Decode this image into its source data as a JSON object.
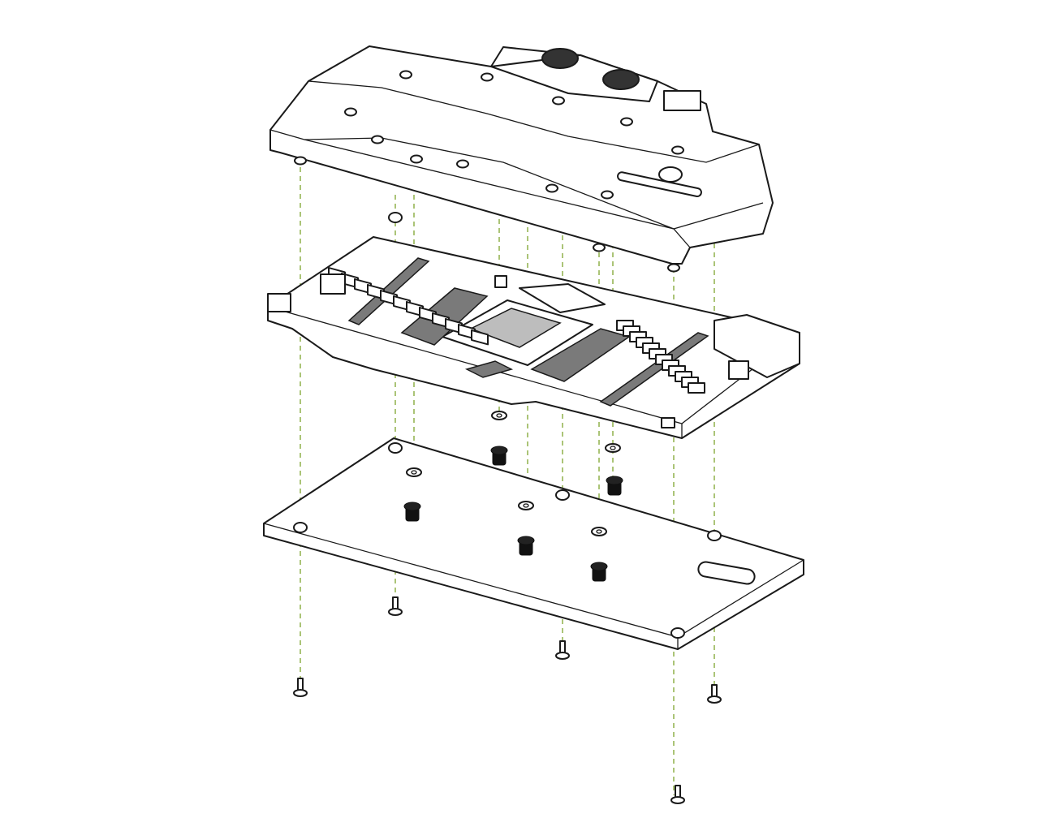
{
  "colors": {
    "line": "#1a1a1a",
    "guide": "#8fb04a",
    "memory_chip": "#7a7a7a",
    "gpu_die": "#bdbdbd",
    "background": "#ffffff"
  },
  "icons": [
    "water-block",
    "circuit-board",
    "backplate",
    "screw",
    "nut",
    "washer",
    "bushing"
  ]
}
